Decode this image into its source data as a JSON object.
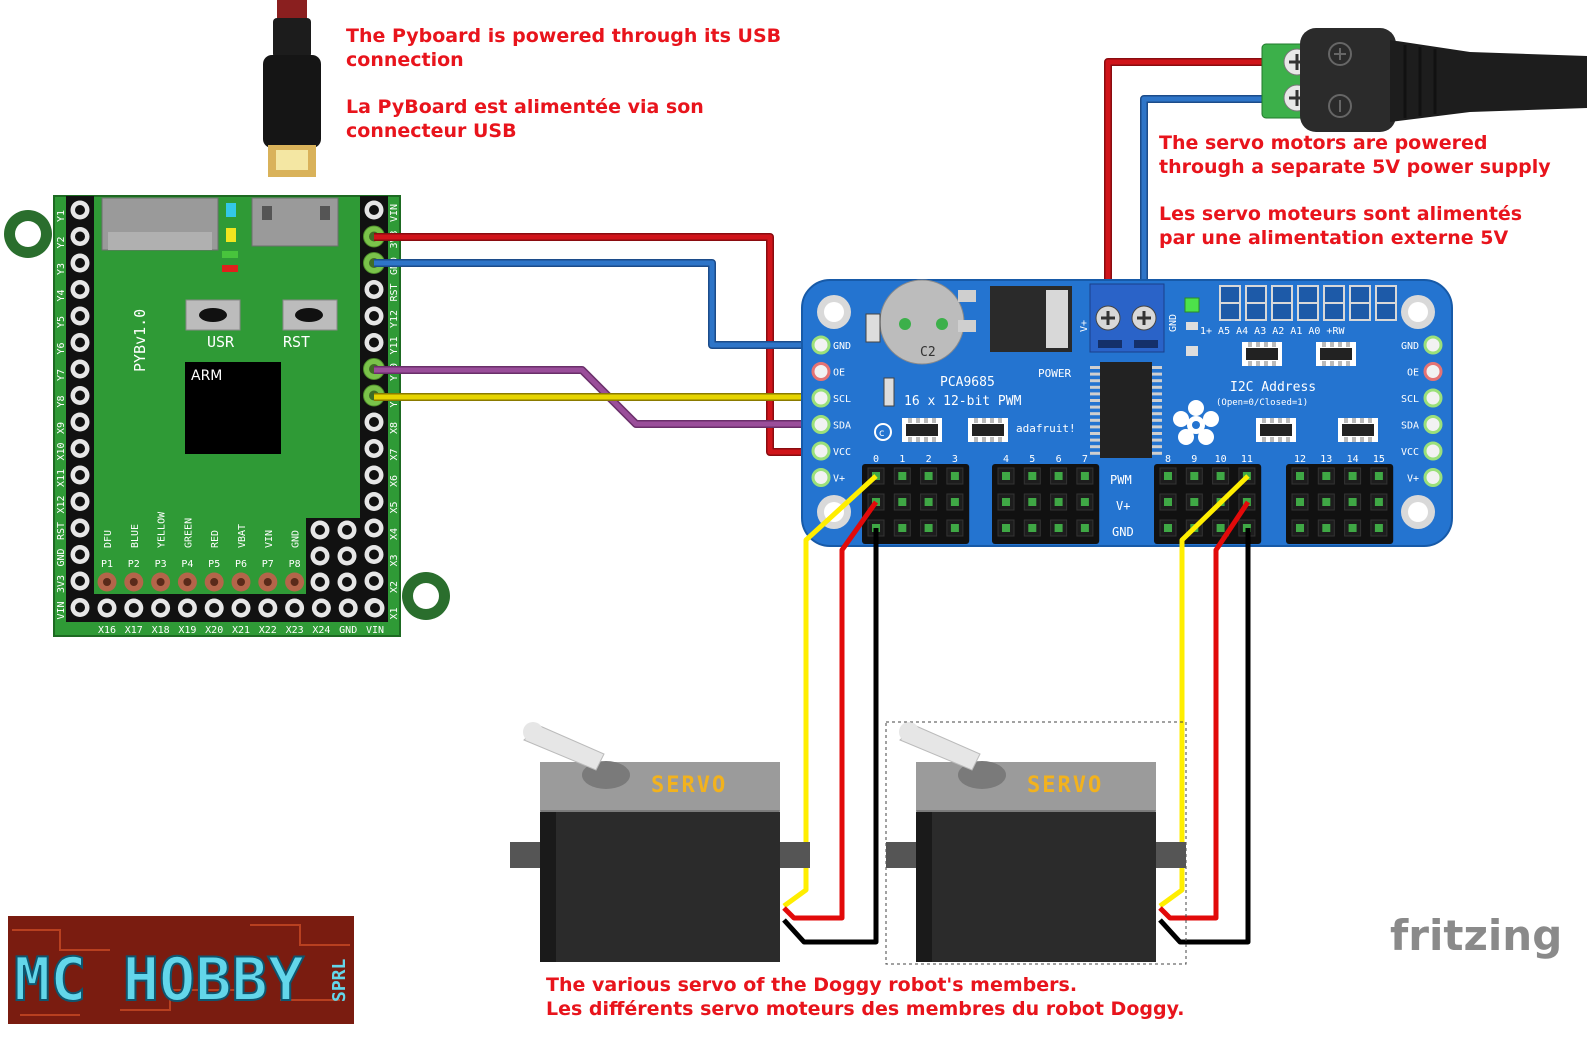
{
  "notes": {
    "pyboard_en_1": "The Pyboard is powered through its USB",
    "pyboard_en_2": "connection",
    "pyboard_fr_1": "La PyBoard est alimentée via son",
    "pyboard_fr_2": "connecteur USB",
    "servo_supply_en_1": "The servo motors are powered",
    "servo_supply_en_2": "through a separate 5V power supply",
    "servo_supply_fr_1": "Les servo moteurs sont alimentés",
    "servo_supply_fr_2": "par une alimentation externe 5V",
    "servos_en": "The various servo of the Doggy robot's members.",
    "servos_fr": "Les différents servo moteurs des membres du robot Doggy."
  },
  "pyboard": {
    "name": "PYBv1.0",
    "chip": "ARM",
    "usr": "USR",
    "rst": "RST",
    "left_pins": [
      "Y1",
      "Y2",
      "Y3",
      "Y4",
      "Y5",
      "Y6",
      "Y7",
      "Y8",
      "X9",
      "X10",
      "X11",
      "X12",
      "RST",
      "GND",
      "3V3",
      "VIN"
    ],
    "right_pins": [
      "VIN",
      "3V3",
      "GND",
      "RST",
      "Y12",
      "Y11",
      "Y10",
      "Y9",
      "X8",
      "X7",
      "X6",
      "X5",
      "X4",
      "X3",
      "X2",
      "X1"
    ],
    "bottom_pins": [
      "X16",
      "X17",
      "X18",
      "X19",
      "X20",
      "X21",
      "X22",
      "X23",
      "X24",
      "GND",
      "VIN"
    ],
    "p_labels": [
      "P1",
      "P2",
      "P3",
      "P4",
      "P5",
      "P6",
      "P7",
      "P8"
    ],
    "rot_labels": [
      "DFU",
      "BLUE",
      "YELLOW",
      "GREEN",
      "RED",
      "VBAT",
      "VIN",
      "GND"
    ]
  },
  "pca": {
    "name": "PCA9685",
    "desc": "16 x 12-bit PWM",
    "power": "POWER",
    "brand": "adafruit!",
    "c2": "C2",
    "i2c": "I2C Address",
    "i2c_sub": "(Open=0/Closed=1)",
    "addr": "1+ A5  A4  A3  A2  A1  A0 +RW",
    "left_pins": [
      "GND",
      "OE",
      "SCL",
      "SDA",
      "VCC",
      "V+"
    ],
    "right_pins": [
      "GND",
      "OE",
      "SCL",
      "SDA",
      "VCC",
      "V+"
    ],
    "channels": [
      "0",
      "1",
      "2",
      "3",
      "4",
      "5",
      "6",
      "7",
      "8",
      "9",
      "10",
      "11",
      "12",
      "13",
      "14",
      "15"
    ],
    "pwm": "PWM",
    "vplus": "V+",
    "gnd": "GND",
    "term_vplus": "V+",
    "term_gnd": "GND"
  },
  "servo_label": "SERVO",
  "logo": {
    "text": "MC HOBBY",
    "suffix": "SPRL"
  },
  "fritzing": "fritzing",
  "colors": {
    "board_green": "#2f9a36",
    "pca_blue": "#2474d0",
    "wire_red": "#d0141a",
    "wire_blue": "#2e75c8",
    "wire_purple": "#9a4e9a",
    "wire_yellow": "#ffee00",
    "note_red": "#e8141c"
  }
}
